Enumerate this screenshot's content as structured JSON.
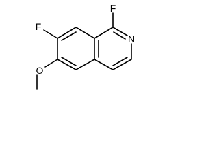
{
  "structure": {
    "atoms": {
      "f1": "F",
      "f7": "F",
      "n2": "N",
      "o6": "O"
    }
  },
  "colors": {
    "line": "#000000",
    "background": "#ffffff"
  }
}
